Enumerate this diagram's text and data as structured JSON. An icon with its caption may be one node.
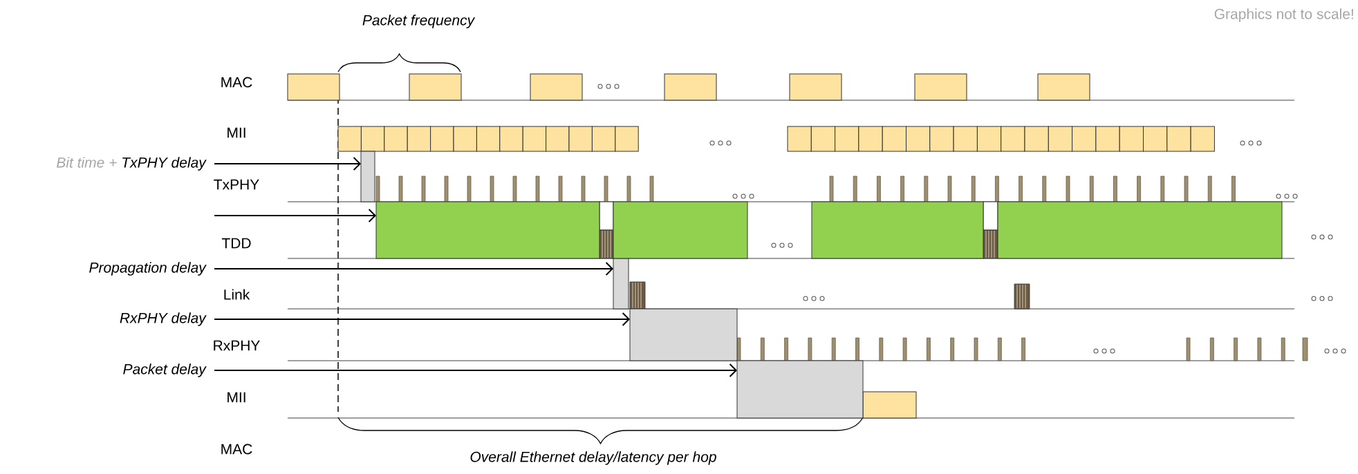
{
  "diagram": {
    "nodes": [
      {
        "text": [
          "Bit time +",
          "TxPHY delay"
        ]
      },
      {
        "text": [],
        "shape": "box"
      },
      {
        "text": [],
        "shape": "box"
      },
      {
        "text": [
          "Propagation delay"
        ]
      },
      {
        "text": [],
        "shape": "box"
      },
      {
        "text": [
          "RxPHY delay"
        ]
      },
      {
        "text": [],
        "shape": "box"
      },
      {
        "text": [
          "Packet delay"
        ]
      },
      {
        "text": [],
        "shape": "box"
      },
      {
        "text": [],
        "shape": "box"
      },
      {
        "text": [],
        "shape": "box"
      },
      {
        "text": [],
        "shape": "box"
      }
    ],
    "edges": [
      {
        "from": 0,
        "to": 1,
        "arrow": "to"
      },
      {
        "from": null,
        "to": 2,
        "arrow": "to"
      },
      {
        "from": 3,
        "to": 4,
        "arrow": "to"
      },
      {
        "from": 5,
        "to": 6,
        "arrow": "to"
      },
      {
        "from": 7,
        "to": 8,
        "arrow": "to"
      }
    ],
    "labels": [
      "Graphics not to scale!",
      "Packet frequency",
      "MAC",
      "MII",
      "TxPHY",
      "TDD",
      "Link",
      "RxPHY",
      "MII",
      "MAC",
      "Overall Ethernet delay/latency per hop"
    ]
  }
}
